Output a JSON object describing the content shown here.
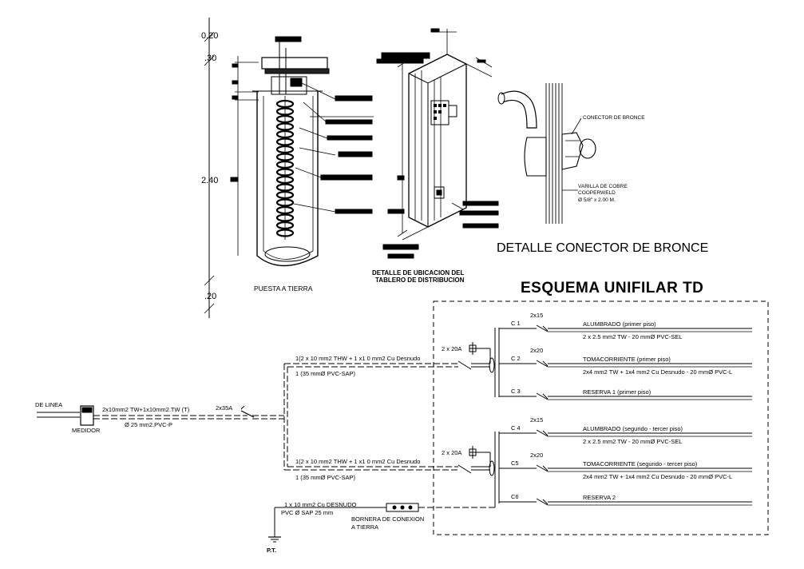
{
  "dims": {
    "d020": "0.20",
    "d030": ".30",
    "d240": "2.40",
    "d20b": ".20"
  },
  "titles": {
    "puesta": "PUESTA A TIERRA",
    "ubicacion_1": "DETALLE DE UBICACION DEL",
    "ubicacion_2": "TABLERO DE DISTRIBUCION",
    "conector": "DETALLE CONECTOR DE BRONCE",
    "esquema": "ESQUEMA UNIFILAR TD"
  },
  "bronce": {
    "conector": "CONECTOR DE BRONCE",
    "varilla_1": "VARILLA DE COBRE",
    "varilla_2": "COOPERWELD",
    "varilla_3": "Ø 5/8\" x 2.00 M."
  },
  "feed": {
    "de_linea": "DE LINEA",
    "medidor": "MEDIDOR",
    "cable": "2x10mm2 TW+1x10mm2.TW  (T)",
    "conduit": "Ø 25 mm2.PVC-P",
    "main_breaker": "2x35A"
  },
  "feeders": [
    {
      "cable": "1(2 x 10 mm2 THW + 1 x1 0 mm2 Cu Desnudo",
      "conduit": "1 (35 mmØ PVC-SAP)",
      "breaker": "2 x 20A"
    },
    {
      "cable": "1(2 x 10 mm2 THW + 1 x1 0 mm2 Cu Desnudo",
      "conduit": "1 (35 mmØ PVC-SAP)",
      "breaker": "2 x 20A"
    }
  ],
  "circuits": [
    {
      "id": "C 1",
      "rating": "2x15",
      "name": "ALUMBRADO (primer piso)",
      "cable": "2 x 2.5 mm2 TW - 20 mmØ PVC-SEL"
    },
    {
      "id": "C 2",
      "rating": "2x20",
      "name": "TOMACORRIENTE (primer piso)",
      "cable": "2x4 mm2 TW + 1x4 mm2 Cu Desnudo - 20 mmØ PVC-L"
    },
    {
      "id": "C 3",
      "rating": "",
      "name": "RESERVA 1 (primer piso)",
      "cable": ""
    },
    {
      "id": "C 4",
      "rating": "2x15",
      "name": "ALUMBRADO (segundo - tercer piso)",
      "cable": "2 x 2.5 mm2 TW - 20 mmØ PVC-SEL"
    },
    {
      "id": "C5",
      "rating": "2x20",
      "name": "TOMACORRIENTE (segundo - tercer piso)",
      "cable": "2x4 mm2 TW + 1x4 mm2 Cu Desnudo - 20 mmØ PVC-L"
    },
    {
      "id": "C6",
      "rating": "",
      "name": "RESERVA 2",
      "cable": ""
    }
  ],
  "ground": {
    "cable_1": "1 x 10 mm2 Cu DESNUDO",
    "cable_2": "PVC Ø SAP 25 mm",
    "bornera_1": "BORNERA DE CONEXION",
    "bornera_2": "A TIERRA",
    "pt": "P.T."
  }
}
